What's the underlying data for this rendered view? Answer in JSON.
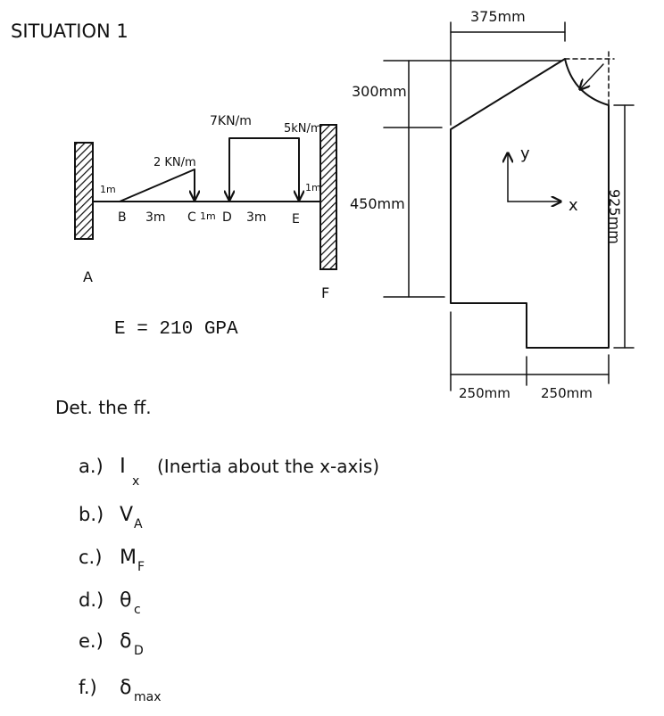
{
  "title": "SITUATION 1",
  "beam": {
    "loads": {
      "uvl": "2 KN/m",
      "udl": "7KN/m",
      "udl_end": "5kN/m"
    },
    "labels": {
      "support_left": "A",
      "support_right": "F",
      "B": "B",
      "C": "C",
      "D": "D",
      "E": "E"
    },
    "dims": {
      "left_gap": "1m",
      "bc": "3m",
      "cd": "1m",
      "de": "3m",
      "ef": "1m"
    },
    "modulus": "E  =  210 GPA"
  },
  "section": {
    "dims": {
      "top_width": "375mm",
      "upper_height": "300mm",
      "middle_height": "450mm",
      "total_height": "925mm",
      "bottom_left": "250mm",
      "bottom_right": "250mm"
    },
    "axes": {
      "y": "y",
      "x": "x"
    }
  },
  "questions": {
    "intro": "Det. the ff.",
    "items": [
      {
        "label": "a.)",
        "symbol": "I",
        "sub": "x",
        "extra": "(Inertia about the x-axis)"
      },
      {
        "label": "b.)",
        "symbol": "V",
        "sub": "A",
        "extra": ""
      },
      {
        "label": "c.)",
        "symbol": "M",
        "sub": "F",
        "extra": ""
      },
      {
        "label": "d.)",
        "symbol": "θ",
        "sub": "c",
        "extra": ""
      },
      {
        "label": "e.)",
        "symbol": "δ",
        "sub": "D",
        "extra": ""
      },
      {
        "label": "f.)",
        "symbol": "δ",
        "sub": "max",
        "extra": ""
      }
    ]
  }
}
